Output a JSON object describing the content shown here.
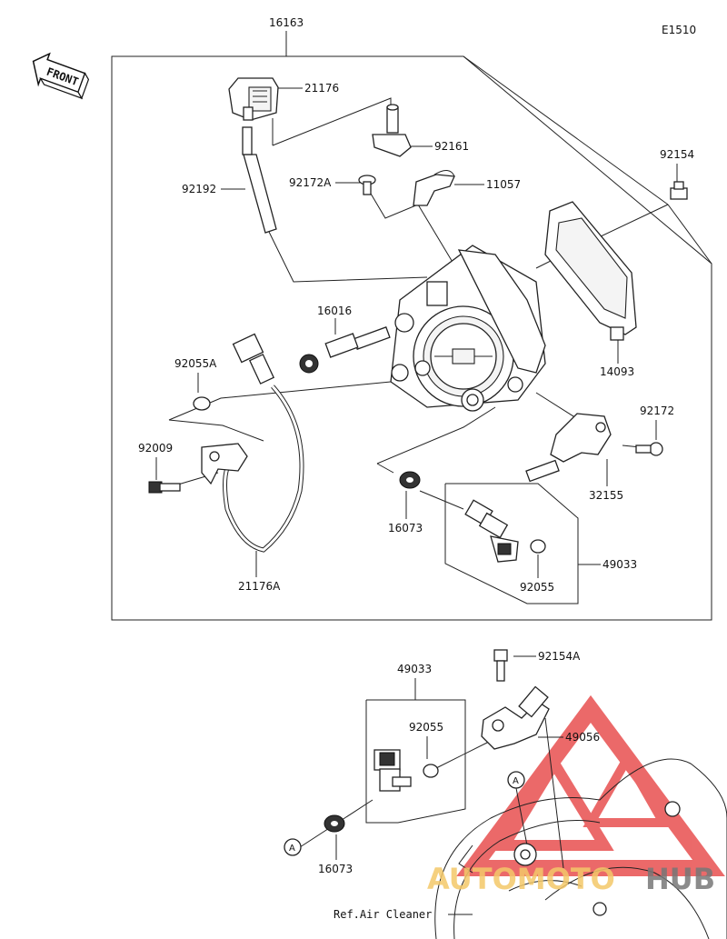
{
  "diagram_code": "E1510",
  "front_label": "FRONT",
  "ref_label": "Ref.Air Cleaner",
  "watermark": {
    "text_a": "AUTOMOTO",
    "text_b": "HUB",
    "color_a": "#f4c869",
    "color_b": "#777777",
    "triangle_color": "#e85050"
  },
  "callout_a": "A",
  "parts": {
    "p16163": "16163",
    "p21176": "21176",
    "p92161": "92161",
    "p92154": "92154",
    "p92192": "92192",
    "p92172A": "92172A",
    "p11057": "11057",
    "p16016": "16016",
    "p92055A": "92055A",
    "p14093": "14093",
    "p92172": "92172",
    "p92009": "92009",
    "p32155": "32155",
    "p16073": "16073",
    "p49033": "49033",
    "p92055": "92055",
    "p21176A": "21176A",
    "p49033b": "49033",
    "p92154A": "92154A",
    "p92055b": "92055",
    "p49056": "49056",
    "p16073b": "16073"
  }
}
